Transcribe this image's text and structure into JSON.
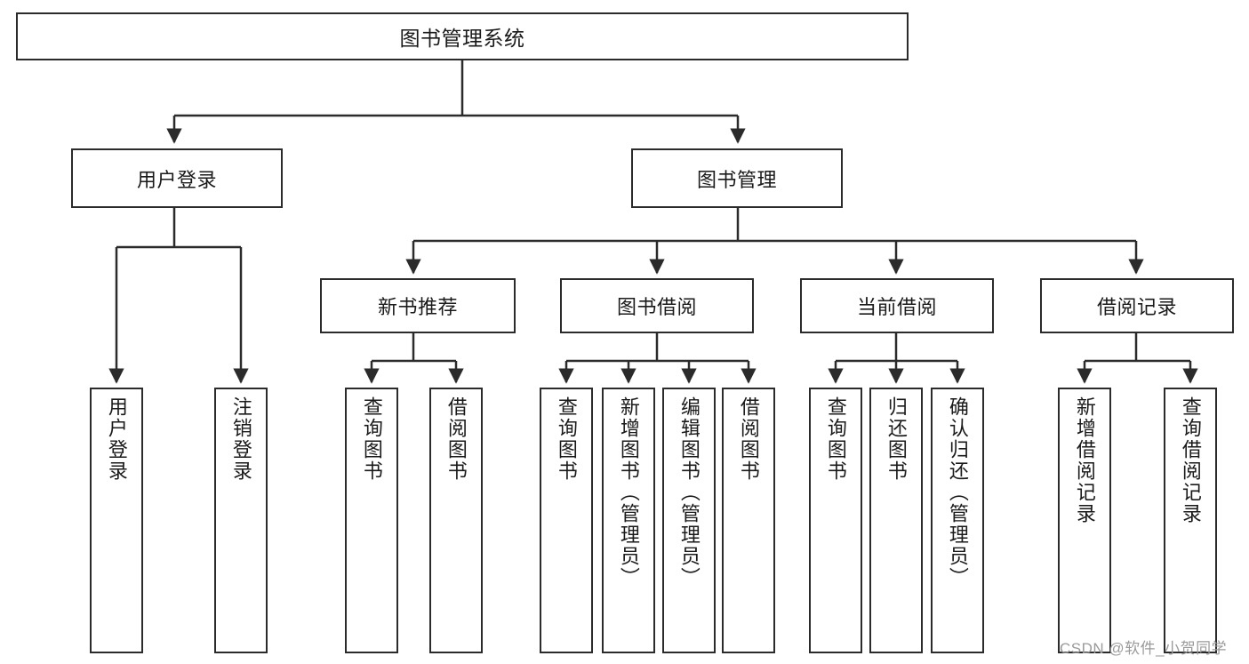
{
  "diagram": {
    "title": "图书管理系统",
    "type": "tree-hierarchy-chart",
    "root": {
      "id": "root",
      "label": "图书管理系统"
    },
    "level2": [
      {
        "id": "user-login",
        "label": "用户登录"
      },
      {
        "id": "book-management",
        "label": "图书管理"
      }
    ],
    "level3": [
      {
        "id": "new-book-recommend",
        "label": "新书推荐"
      },
      {
        "id": "book-borrow",
        "label": "图书借阅"
      },
      {
        "id": "current-borrow",
        "label": "当前借阅"
      },
      {
        "id": "borrow-record",
        "label": "借阅记录"
      }
    ],
    "leaves": {
      "user_login": [
        {
          "id": "leaf-user-login",
          "label": "用户登录"
        },
        {
          "id": "leaf-user-logout",
          "label": "注销登录"
        }
      ],
      "new_book_recommend": [
        {
          "id": "leaf-query-book-1",
          "label": "查询图书"
        },
        {
          "id": "leaf-borrow-book-1",
          "label": "借阅图书"
        }
      ],
      "book_borrow": [
        {
          "id": "leaf-query-book-2",
          "label": "查询图书"
        },
        {
          "id": "leaf-add-book",
          "label": "新增图书（管理员）"
        },
        {
          "id": "leaf-edit-book",
          "label": "编辑图书（管理员）"
        },
        {
          "id": "leaf-borrow-book-2",
          "label": "借阅图书"
        }
      ],
      "current_borrow": [
        {
          "id": "leaf-query-book-3",
          "label": "查询图书"
        },
        {
          "id": "leaf-return-book",
          "label": "归还图书"
        },
        {
          "id": "leaf-confirm-return",
          "label": "确认归还（管理员）"
        }
      ],
      "borrow_record": [
        {
          "id": "leaf-add-record",
          "label": "新增借阅记录"
        },
        {
          "id": "leaf-query-record",
          "label": "查询借阅记录"
        }
      ]
    }
  },
  "watermark": {
    "text": "CSDN @软件_小贺同学"
  },
  "colors": {
    "stroke": "#2b2b2b",
    "background": "#ffffff",
    "text": "#1a1a1a",
    "watermark": "#9a9a9a"
  }
}
